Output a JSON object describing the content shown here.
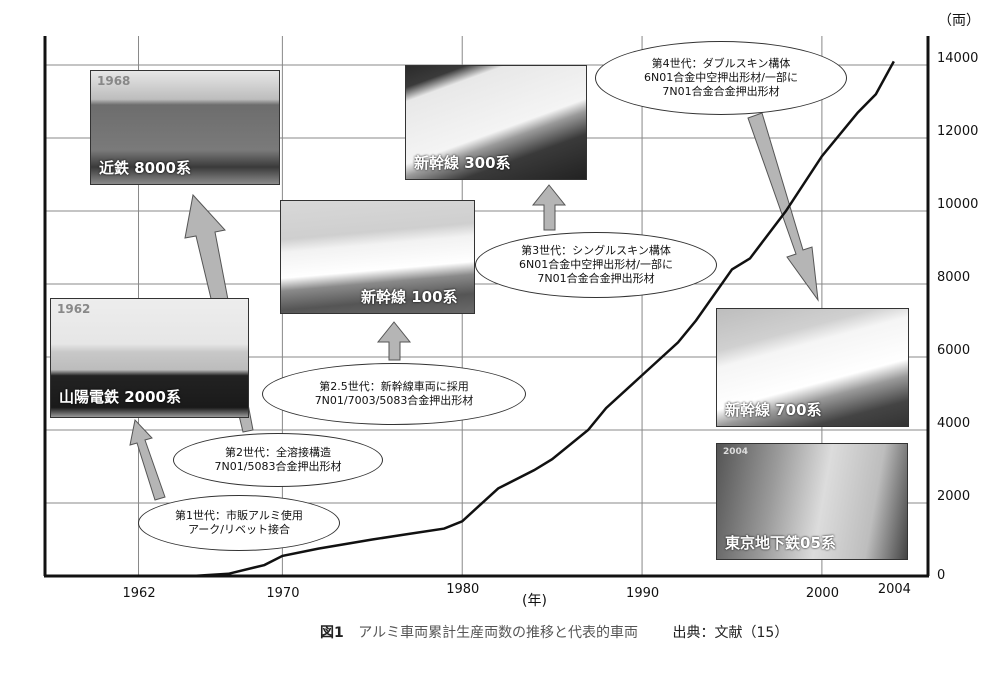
{
  "chart_data": {
    "type": "line",
    "title": "アルミ車両累計生産両数の推移と代表的車両",
    "figure_label": "図1",
    "source": "出典：文献（15）",
    "xlabel": "(年)",
    "ylabel": "（両）",
    "xlim": [
      1956.8,
      2005.9
    ],
    "ylim": [
      0,
      15000
    ],
    "xgrid": [
      1962,
      1970,
      1980,
      1990,
      2000
    ],
    "xticks": [
      "1962",
      "1970",
      "1980",
      "1990",
      "2000",
      "2004"
    ],
    "xtick_values": [
      1962,
      1970,
      1980,
      1990,
      2000,
      2004
    ],
    "yticks": [
      "0",
      "2000",
      "4000",
      "6000",
      "8000",
      "10000",
      "12000",
      "14000"
    ],
    "ytick_values": [
      0,
      2000,
      4000,
      6000,
      8000,
      10000,
      12000,
      14000
    ],
    "grid": true,
    "series": [
      {
        "name": "累計生産両数",
        "x": [
          1962,
          1965,
          1967,
          1969,
          1970,
          1972,
          1975,
          1977,
          1979,
          1980,
          1981,
          1982,
          1984,
          1985,
          1987,
          1988,
          1990,
          1992,
          1993,
          1995,
          1996,
          1998,
          2000,
          2002,
          2003,
          2004
        ],
        "y": [
          0,
          0,
          60,
          300,
          550,
          750,
          1000,
          1150,
          1300,
          1500,
          1950,
          2400,
          2900,
          3200,
          4000,
          4600,
          5500,
          6400,
          7000,
          8400,
          8700,
          10000,
          11500,
          12700,
          13200,
          14100
        ]
      }
    ],
    "photos": [
      {
        "label": "近鉄 8000系",
        "year": "1968"
      },
      {
        "label": "新幹線 300系"
      },
      {
        "label": "新幹線 100系"
      },
      {
        "label": "山陽電鉄 2000系",
        "year": "1962"
      },
      {
        "label": "新幹線 700系"
      },
      {
        "label": "東京地下鉄05系",
        "year": "2004"
      }
    ],
    "annotations": [
      {
        "lines": [
          "第1世代：市販アルミ使用",
          "アーク/リベット接合"
        ]
      },
      {
        "lines": [
          "第2世代：全溶接構造",
          "7N01/5083合金押出形材"
        ]
      },
      {
        "lines": [
          "第2.5世代：新幹線車両に採用",
          "7N01/7003/5083合金押出形材"
        ]
      },
      {
        "lines": [
          "第3世代：シングルスキン構体",
          "6N01合金中空押出形材/一部に",
          "7N01合金合金押出形材"
        ]
      },
      {
        "lines": [
          "第4世代：ダブルスキン構体",
          "6N01合金中空押出形材/一部に",
          "7N01合金合金押出形材"
        ]
      }
    ]
  }
}
